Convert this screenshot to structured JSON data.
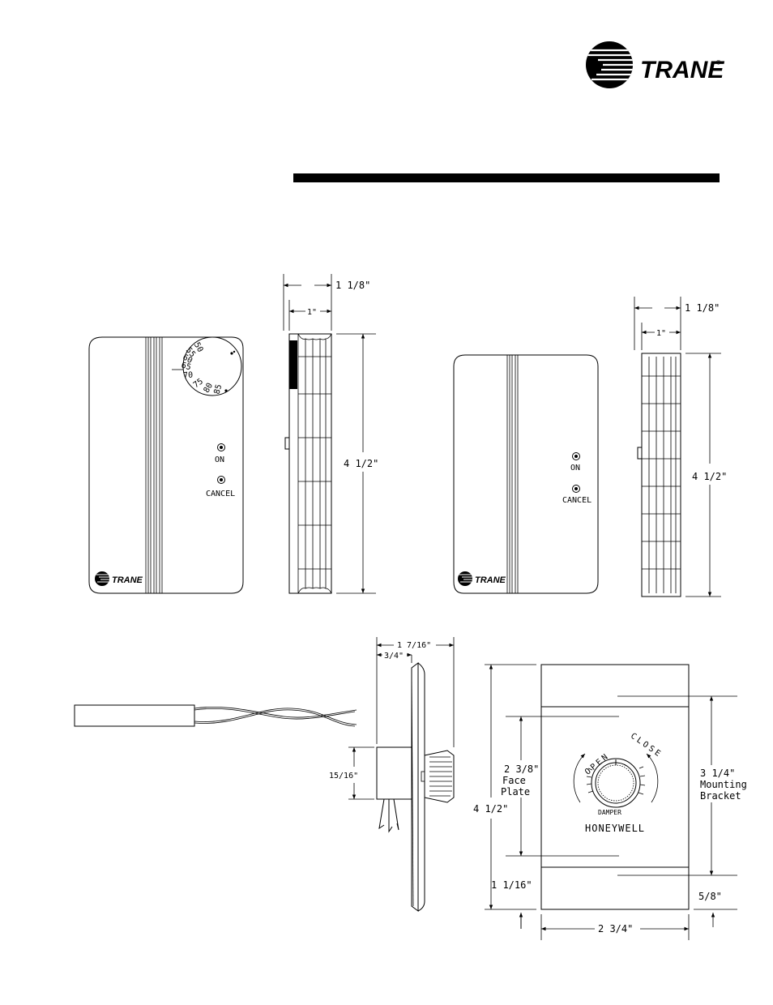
{
  "header": {
    "brand": "TRANE",
    "registered": "®"
  },
  "sensor_a": {
    "dial_numbers": [
      "50",
      "55",
      "60",
      "65",
      "70",
      "75",
      "80",
      "85"
    ],
    "on_label": "ON",
    "cancel_label": "CANCEL",
    "logo_text": "TRANE",
    "depth_overall": "1 1/8\"",
    "depth_body": "1\"",
    "height": "4 1/2\""
  },
  "sensor_b": {
    "on_label": "ON",
    "cancel_label": "CANCEL",
    "logo_text": "TRANE",
    "depth_overall": "1 1/8\"",
    "depth_body": "1\"",
    "height": "4 1/2\""
  },
  "damper_side": {
    "overall_depth": "1 7/16\"",
    "plate_depth": "3/4\"",
    "body_height": "15/16\""
  },
  "damper_front": {
    "open_label": "OPEN",
    "close_label": "CLOSE",
    "damper_label": "DAMPER",
    "manufacturer": "HONEYWELL",
    "face_plate_dim": "2 3/8\"",
    "face_plate_l1": "Face",
    "face_plate_l2": "Plate",
    "mounting_dim": "3 1/4\"",
    "mounting_l1": "Mounting",
    "mounting_l2": "Bracket",
    "height": "4 1/2\"",
    "bottom_offset": "1 1/16\"",
    "bracket_offset": "5/8\"",
    "width": "2 3/4\""
  }
}
